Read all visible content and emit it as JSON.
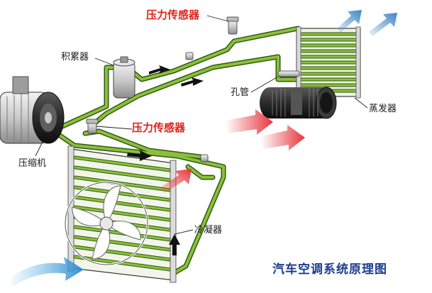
{
  "labels": {
    "pressure_sensor_top": "压力传感器",
    "pressure_sensor_mid": "压力传感器",
    "accumulator": "积累器",
    "orifice_tube": "孔管",
    "evaporator": "蒸发器",
    "compressor": "压缩机",
    "condenser": "冷凝器"
  },
  "title": "汽车空调系统原理图",
  "colors": {
    "pipe": "#8cbf3a",
    "pipe_outline": "#2f5a12",
    "label_red": "#e0231b",
    "label_dark": "#1a1a1a",
    "title_blue": "#1b3e8f",
    "hot_air": "#e8343a",
    "cold_air": "#3e86c6",
    "flow_arrow": "#111111"
  },
  "icons": [
    "compressor-icon",
    "accumulator-icon",
    "pressure-sensor-icon",
    "condenser-icon",
    "fan-icon",
    "evaporator-icon",
    "blower-icon",
    "flow-arrow-icon",
    "hot-air-arrow-icon",
    "cold-air-arrow-icon"
  ]
}
